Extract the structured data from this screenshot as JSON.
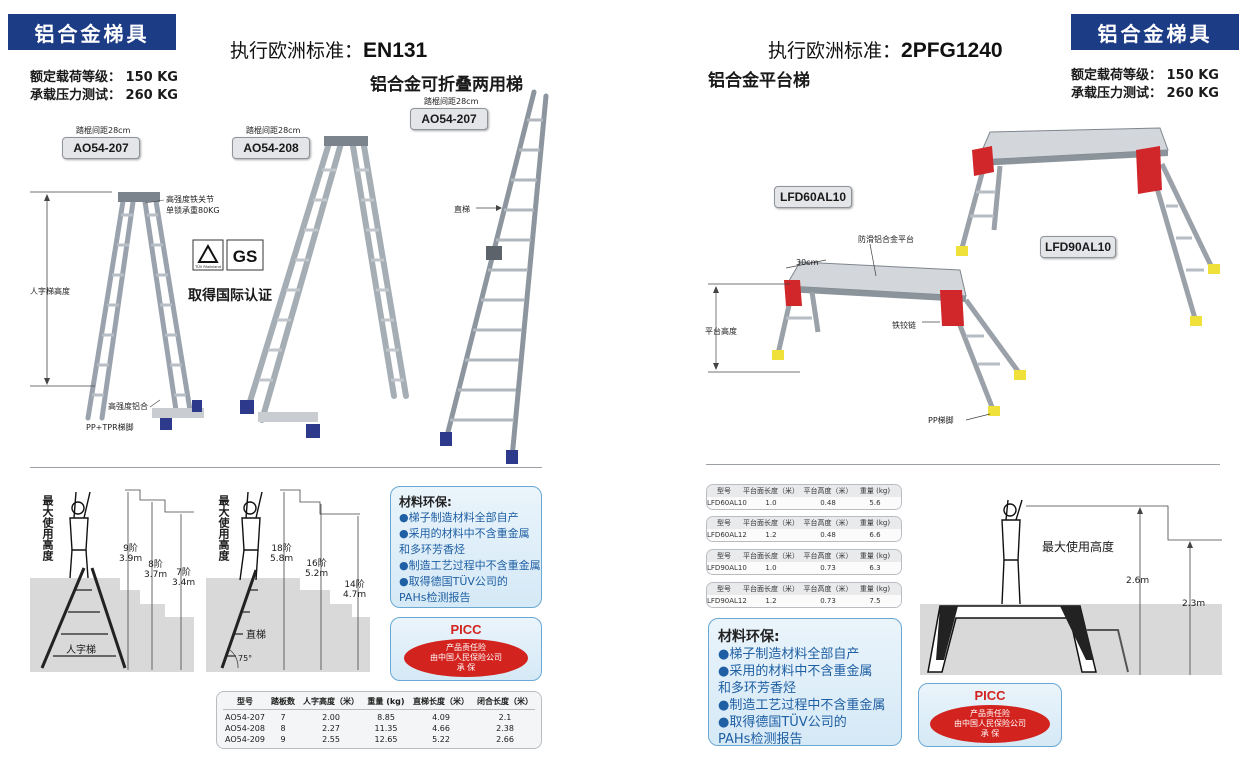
{
  "left": {
    "brand": "铝合金梯具",
    "standard_label": "执行欧洲标准：",
    "standard_code": "EN131",
    "load_rating": "额定载荷等级：  150 KG",
    "pressure_test": "承载压力测试：  260 KG",
    "product_title": "铝合金可折叠两用梯",
    "ladders": [
      {
        "spacing": "踏棍间距28cm",
        "model": "AO54-207"
      },
      {
        "spacing": "踏棍间距28cm",
        "model": "AO54-208"
      },
      {
        "spacing": "踏棍间距28cm",
        "model": "AO54-207"
      }
    ],
    "annotations": {
      "hinge": "高强度铁关节",
      "hinge_load": "单锁承重80KG",
      "a_height": "人字梯高度",
      "aluminum": "高强度铝合",
      "feet": "PP+TPR梯脚",
      "straight": "直梯",
      "cert": "取得国际认证",
      "cert_logo_1": "TÜV Rheinland",
      "cert_logo_2": "GS"
    },
    "diagrams": {
      "max_height": "最大使用高度",
      "a_ladder": "人字梯",
      "straight_ladder": "直梯",
      "angle": "75°",
      "a_steps": [
        {
          "steps": "9阶",
          "height": "3.9m"
        },
        {
          "steps": "8阶",
          "height": "3.7m"
        },
        {
          "steps": "7阶",
          "height": "3.4m"
        }
      ],
      "straight_steps": [
        {
          "steps": "18阶",
          "height": "5.8m"
        },
        {
          "steps": "16阶",
          "height": "5.2m"
        },
        {
          "steps": "14阶",
          "height": "4.7m"
        }
      ]
    },
    "env": {
      "title": "材料环保:",
      "items": [
        "●梯子制造材料全部自产",
        "●采用的材料中不含重金属",
        "  和多环芳香烃",
        "●制造工艺过程中不含重金属",
        "●取得德国TÜV公司的",
        "  PAHs检测报告"
      ]
    },
    "picc": {
      "title": "PICC",
      "line1": "产品责任险",
      "line2": "由中国人民保险公司",
      "line3": "承  保"
    },
    "table": {
      "headers": [
        "型号",
        "踏板数",
        "人字高度（米）",
        "重量 (kg)",
        "直梯长度（米）",
        "闭合长度（米）"
      ],
      "rows": [
        [
          "AO54-207",
          "7",
          "2.00",
          "8.85",
          "4.09",
          "2.1"
        ],
        [
          "AO54-208",
          "8",
          "2.27",
          "11.35",
          "4.66",
          "2.38"
        ],
        [
          "AO54-209",
          "9",
          "2.55",
          "12.65",
          "5.22",
          "2.66"
        ]
      ]
    }
  },
  "right": {
    "brand": "铝合金梯具",
    "standard_label": "执行欧洲标准：",
    "standard_code": "2PFG1240",
    "product_title": "铝合金平台梯",
    "load_rating": "额定载荷等级：  150 KG",
    "pressure_test": "承载压力测试：  260 KG",
    "models": [
      "LFD60AL10",
      "LFD90AL10"
    ],
    "annotations": {
      "anti_slip": "防滑铝合金平台",
      "width": "30cm",
      "platform_height": "平台高度",
      "hinge": "铁铰链",
      "feet": "PP梯脚"
    },
    "spec_headers": [
      "型号",
      "平台面长度（米）",
      "平台高度（米）",
      "重量 (kg)"
    ],
    "spec_rows": [
      [
        "LFD60AL10",
        "1.0",
        "0.48",
        "5.6"
      ],
      [
        "LFD60AL12",
        "1.2",
        "0.48",
        "6.6"
      ],
      [
        "LFD90AL10",
        "1.0",
        "0.73",
        "6.3"
      ],
      [
        "LFD90AL12",
        "1.2",
        "0.73",
        "7.5"
      ]
    ],
    "diagram": {
      "max_height": "最大使用高度",
      "h1": "2.6m",
      "h2": "2.3m"
    },
    "env": {
      "title": "材料环保:",
      "items": [
        "●梯子制造材料全部自产",
        "●采用的材料中不含重金属",
        "  和多环芳香烃",
        "●制造工艺过程中不含重金属",
        "●取得德国TÜV公司的",
        "  PAHs检测报告"
      ]
    },
    "picc": {
      "title": "PICC",
      "line1": "产品责任险",
      "line2": "由中国人民保险公司",
      "line3": "承  保"
    }
  }
}
